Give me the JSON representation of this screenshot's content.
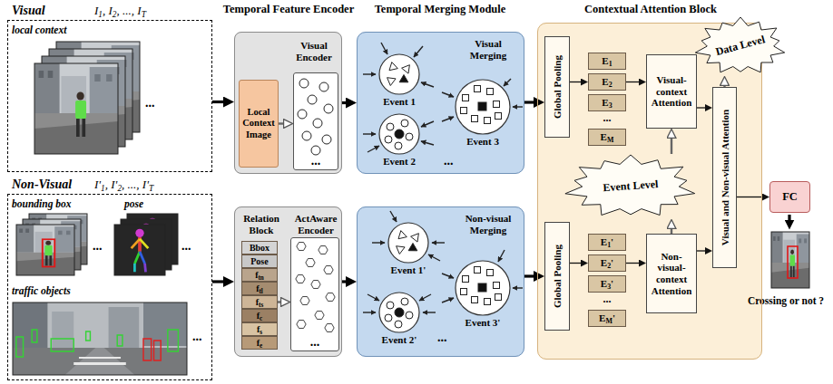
{
  "diagram": {
    "nodes": [
      {
        "text": [
          "Visual",
          "I1, I2, ..., IT",
          "local context"
        ]
      },
      {
        "text": [
          "Non-Visual",
          "I'1, I'2, ..., I'T",
          "bounding box",
          "pose",
          "traffic objects"
        ]
      },
      {
        "text": [
          "Visual Encoder"
        ]
      },
      {
        "text": [
          "Local Context Image"
        ],
        "in": 2
      },
      {
        "text": [
          "..."
        ],
        "in": 2
      },
      {
        "text": [
          "Relation Block",
          "ActAware Encoder"
        ]
      },
      {
        "text": [
          "Bbox"
        ],
        "in": 5
      },
      {
        "text": [
          "Pose"
        ],
        "in": 5
      },
      {
        "text": [
          "ftn"
        ],
        "in": 5
      },
      {
        "text": [
          "ftl"
        ],
        "in": 5
      },
      {
        "text": [
          "fts"
        ],
        "in": 5
      },
      {
        "text": [
          "fc"
        ],
        "in": 5
      },
      {
        "text": [
          "fs"
        ],
        "in": 5
      },
      {
        "text": [
          "fe"
        ],
        "in": 5
      },
      {
        "text": [
          "..."
        ],
        "in": 5
      },
      {
        "text": [
          "Visual Merging",
          "..."
        ]
      },
      {
        "text": [
          "Event 1"
        ],
        "in": 15
      },
      {
        "text": [
          "Event 2"
        ],
        "in": 15
      },
      {
        "text": [
          "Event 3"
        ],
        "in": 15
      },
      {
        "text": [
          "Non-visual Merging",
          "..."
        ]
      },
      {
        "text": [
          "Event 1'"
        ],
        "in": 19
      },
      {
        "text": [
          "Event 2'"
        ],
        "in": 19
      },
      {
        "text": [
          "Event 3'"
        ],
        "in": 19
      },
      {
        "text": [
          "Contextual Attention Block"
        ]
      },
      {
        "text": [
          "Global Pooling"
        ],
        "in": 23
      },
      {
        "text": [
          "E1"
        ],
        "in": 23
      },
      {
        "text": [
          "E2"
        ],
        "in": 23
      },
      {
        "text": [
          "E3"
        ],
        "in": 23
      },
      {
        "text": [
          "EM"
        ],
        "in": 23
      },
      {
        "text": [
          "Visual-context Attention"
        ],
        "in": 23
      },
      {
        "text": [
          "Data Level"
        ],
        "in": 23
      },
      {
        "text": [
          "Visual and Non-visual Attention"
        ],
        "in": 23
      },
      {
        "text": [
          "Event Level"
        ],
        "in": 23
      },
      {
        "text": [
          "Global Pooling"
        ],
        "in": 23
      },
      {
        "text": [
          "E1'"
        ],
        "in": 23
      },
      {
        "text": [
          "E2'"
        ],
        "in": 23
      },
      {
        "text": [
          "E3'"
        ],
        "in": 23
      },
      {
        "text": [
          "EM'"
        ],
        "in": 23
      },
      {
        "text": [
          "Non-visual-context Attention"
        ],
        "in": 23
      },
      {
        "text": [
          "FC"
        ]
      }
    ],
    "edges": [
      {
        "from": 0,
        "to": 2,
        "arrow": "to"
      },
      {
        "from": 1,
        "to": 5,
        "arrow": "to"
      },
      {
        "from": 3,
        "to": 4,
        "arrow": "to"
      },
      {
        "from": 10,
        "to": 14,
        "arrow": "to"
      },
      {
        "from": 2,
        "to": 15,
        "arrow": "to"
      },
      {
        "from": 5,
        "to": 19,
        "arrow": "to"
      },
      {
        "from": 15,
        "to": 24,
        "arrow": "to"
      },
      {
        "from": 19,
        "to": 33,
        "arrow": "to"
      },
      {
        "from": 24,
        "to": 26,
        "arrow": "to"
      },
      {
        "from": 26,
        "to": 29,
        "arrow": "to"
      },
      {
        "from": 33,
        "to": 35,
        "arrow": "to"
      },
      {
        "from": 35,
        "to": 38,
        "arrow": "to"
      },
      {
        "from": 29,
        "to": 31,
        "arrow": "to"
      },
      {
        "from": 38,
        "to": 31,
        "arrow": "to"
      },
      {
        "from": 31,
        "to": 30,
        "arrow": "to"
      },
      {
        "from": 32,
        "to": 29,
        "arrow": "to"
      },
      {
        "from": 38,
        "to": 32,
        "arrow": "to"
      },
      {
        "from": 31,
        "to": 39,
        "arrow": "to"
      }
    ],
    "labels": [
      "Temporal Feature Encoder",
      "Temporal Merging Module",
      "...",
      "...",
      "...",
      "...",
      "...",
      "...",
      "Crossing or not ?"
    ]
  }
}
